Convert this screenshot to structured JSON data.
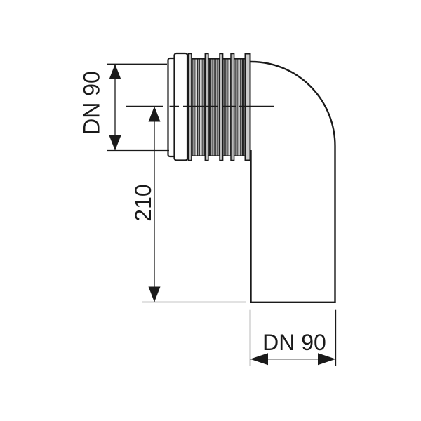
{
  "diagram": {
    "type": "technical-drawing",
    "description": "90-degree elbow pipe bend with ribbed push-fit socket connector, shown with dimension lines",
    "labels": {
      "socket_diameter": "DN 90",
      "offset_height": "210",
      "outlet_diameter": "DN 90"
    },
    "colors": {
      "background": "#ffffff",
      "line": "#1a1a1a",
      "rib_gray": "#a8a8a8",
      "rib_gap": "#ffffff"
    }
  }
}
